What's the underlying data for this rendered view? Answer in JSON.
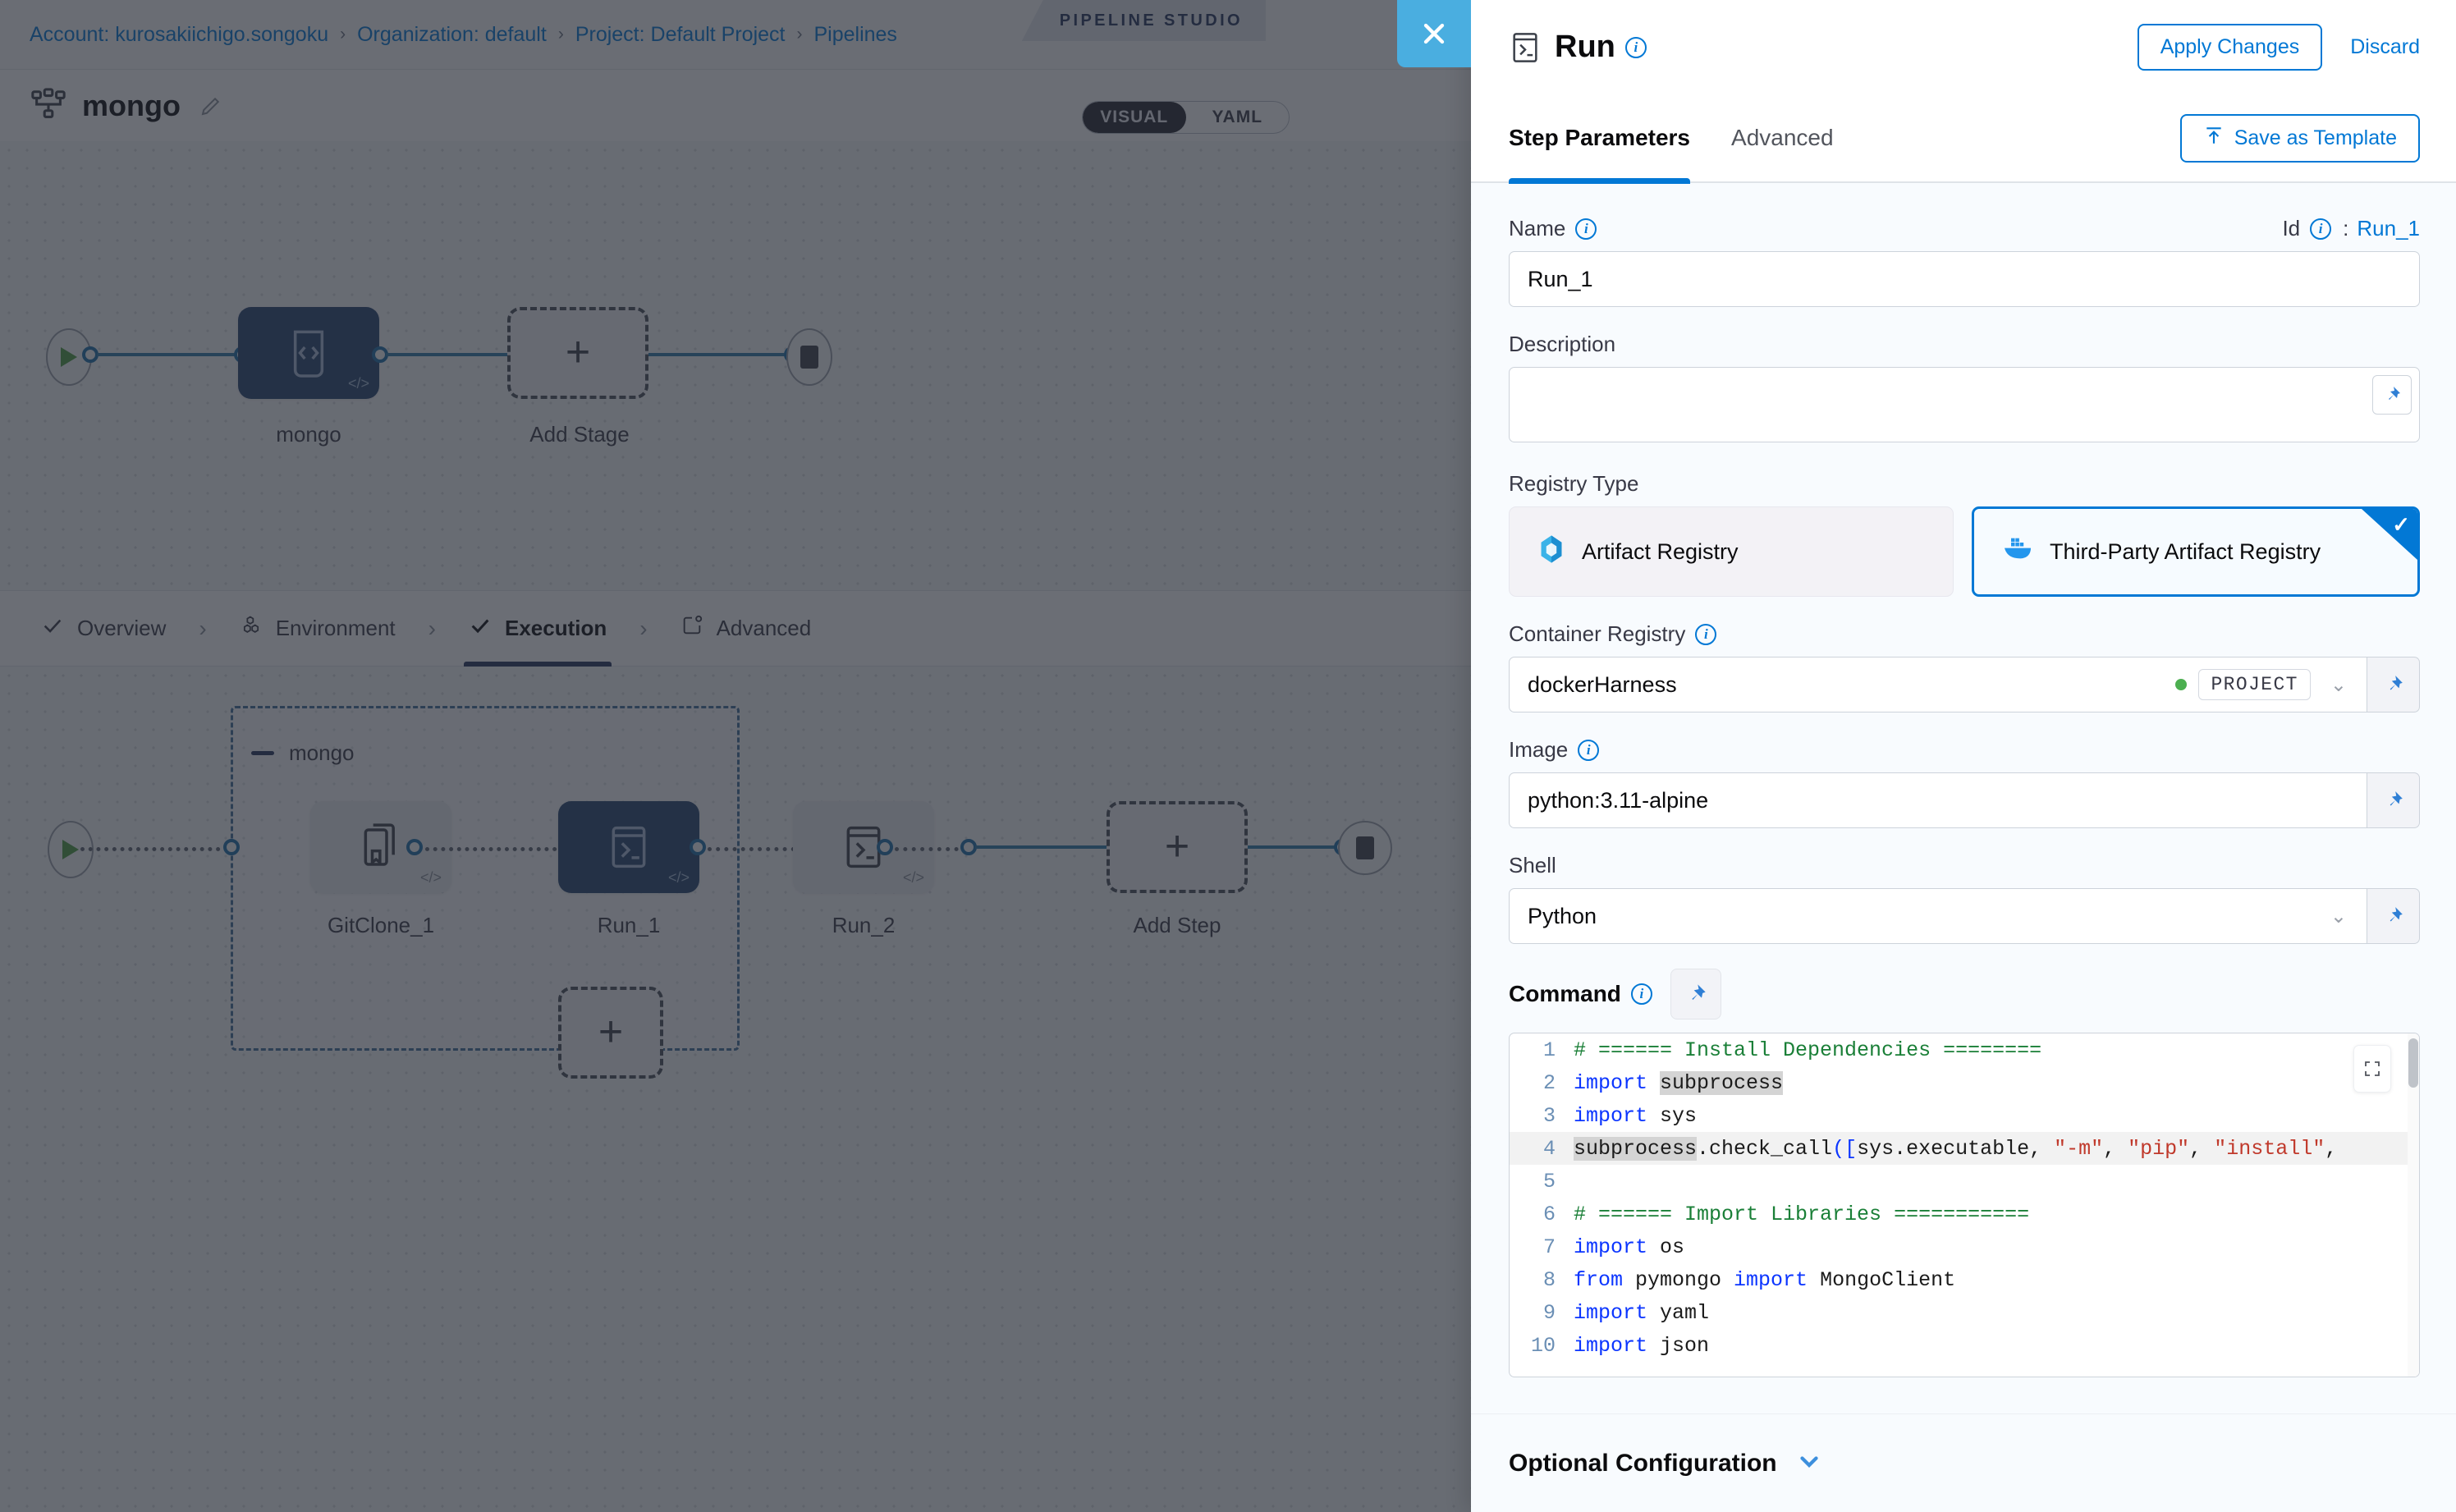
{
  "breadcrumb": {
    "items": [
      "Account: kurosakiichigo.songoku",
      "Organization: default",
      "Project: Default Project",
      "Pipelines"
    ],
    "separator": "›",
    "studio_badge": "PIPELINE STUDIO"
  },
  "header": {
    "pipeline_name": "mongo",
    "view_toggle": {
      "visual": "VISUAL",
      "yaml": "YAML",
      "selected": "VISUAL"
    }
  },
  "top_graph": {
    "stage_label": "mongo",
    "add_stage_label": "Add Stage",
    "plus": "+"
  },
  "stage_tabs": {
    "items": [
      {
        "label": "Overview",
        "icon": "check-icon",
        "active": false
      },
      {
        "label": "Environment",
        "icon": "hexagon-icon",
        "active": false
      },
      {
        "label": "Execution",
        "icon": "check-icon",
        "active": true
      },
      {
        "label": "Advanced",
        "icon": "window-gear-icon",
        "active": false
      }
    ],
    "separator": "›"
  },
  "execution_graph": {
    "group_label": "mongo",
    "steps": [
      {
        "label": "GitClone_1",
        "icon": "git-clone-icon",
        "selected": false
      },
      {
        "label": "Run_1",
        "icon": "terminal-icon",
        "selected": true
      },
      {
        "label": "Run_2",
        "icon": "terminal-icon",
        "selected": false
      }
    ],
    "add_step_label": "Add Step",
    "plus": "+"
  },
  "panel": {
    "title": "Run",
    "close_label": "✕",
    "apply_label": "Apply Changes",
    "discard_label": "Discard",
    "tabs": [
      {
        "label": "Step Parameters",
        "active": true
      },
      {
        "label": "Advanced",
        "active": false
      }
    ],
    "save_template_label": "Save as Template",
    "name": {
      "label": "Name",
      "value": "Run_1",
      "id_label": "Id",
      "id_colon": ":",
      "id_value": "Run_1"
    },
    "description": {
      "label": "Description",
      "value": "",
      "placeholder": ""
    },
    "registry_type": {
      "label": "Registry Type",
      "options": [
        {
          "label": "Artifact Registry",
          "icon": "artifact-registry-icon",
          "selected": false
        },
        {
          "label": "Third-Party Artifact Registry",
          "icon": "docker-whale-icon",
          "selected": true
        }
      ],
      "check_glyph": "✓"
    },
    "container_registry": {
      "label": "Container Registry",
      "value": "dockerHarness",
      "scope": "PROJECT"
    },
    "image": {
      "label": "Image",
      "value": "python:3.11-alpine"
    },
    "shell": {
      "label": "Shell",
      "value": "Python"
    },
    "command": {
      "label": "Command",
      "lines": [
        {
          "n": "1",
          "tokens": [
            {
              "t": "# ====== Install Dependencies ========",
              "c": "k-com"
            }
          ]
        },
        {
          "n": "2",
          "tokens": [
            {
              "t": "import ",
              "c": "k-kw"
            },
            {
              "t": "subprocess",
              "c": "k-plain k-mark"
            }
          ]
        },
        {
          "n": "3",
          "tokens": [
            {
              "t": "import ",
              "c": "k-kw"
            },
            {
              "t": "sys",
              "c": "k-plain"
            }
          ]
        },
        {
          "n": "4",
          "hl": true,
          "tokens": [
            {
              "t": "subprocess",
              "c": "k-plain k-mark"
            },
            {
              "t": ".check_call",
              "c": "k-plain"
            },
            {
              "t": "([",
              "c": "k-pun"
            },
            {
              "t": "sys.executable, ",
              "c": "k-plain"
            },
            {
              "t": "\"-m\"",
              "c": "k-str"
            },
            {
              "t": ", ",
              "c": "k-plain"
            },
            {
              "t": "\"pip\"",
              "c": "k-str"
            },
            {
              "t": ", ",
              "c": "k-plain"
            },
            {
              "t": "\"install\"",
              "c": "k-str"
            },
            {
              "t": ",",
              "c": "k-plain"
            }
          ]
        },
        {
          "n": "5",
          "tokens": [
            {
              "t": "",
              "c": "k-plain"
            }
          ]
        },
        {
          "n": "6",
          "tokens": [
            {
              "t": "# ====== Import Libraries ===========",
              "c": "k-com"
            }
          ]
        },
        {
          "n": "7",
          "tokens": [
            {
              "t": "import ",
              "c": "k-kw"
            },
            {
              "t": "os",
              "c": "k-plain"
            }
          ]
        },
        {
          "n": "8",
          "tokens": [
            {
              "t": "from ",
              "c": "k-kw"
            },
            {
              "t": "pymongo ",
              "c": "k-plain"
            },
            {
              "t": "import ",
              "c": "k-kw"
            },
            {
              "t": "MongoClient",
              "c": "k-plain"
            }
          ]
        },
        {
          "n": "9",
          "tokens": [
            {
              "t": "import ",
              "c": "k-kw"
            },
            {
              "t": "yaml",
              "c": "k-plain"
            }
          ]
        },
        {
          "n": "10",
          "tokens": [
            {
              "t": "import ",
              "c": "k-kw"
            },
            {
              "t": "json",
              "c": "k-plain"
            }
          ]
        }
      ]
    },
    "optional_configuration": {
      "label": "Optional Configuration",
      "expanded": false
    }
  },
  "colors": {
    "accent_blue": "#0278d5",
    "selected_node": "#22426e",
    "edge": "#2d7aa8",
    "close_btn": "#4aaee0",
    "comment_green": "#1a7f37",
    "string_red": "#c0392b",
    "keyword_blue": "#0b35ff",
    "scope_dot_green": "#4caf50"
  }
}
